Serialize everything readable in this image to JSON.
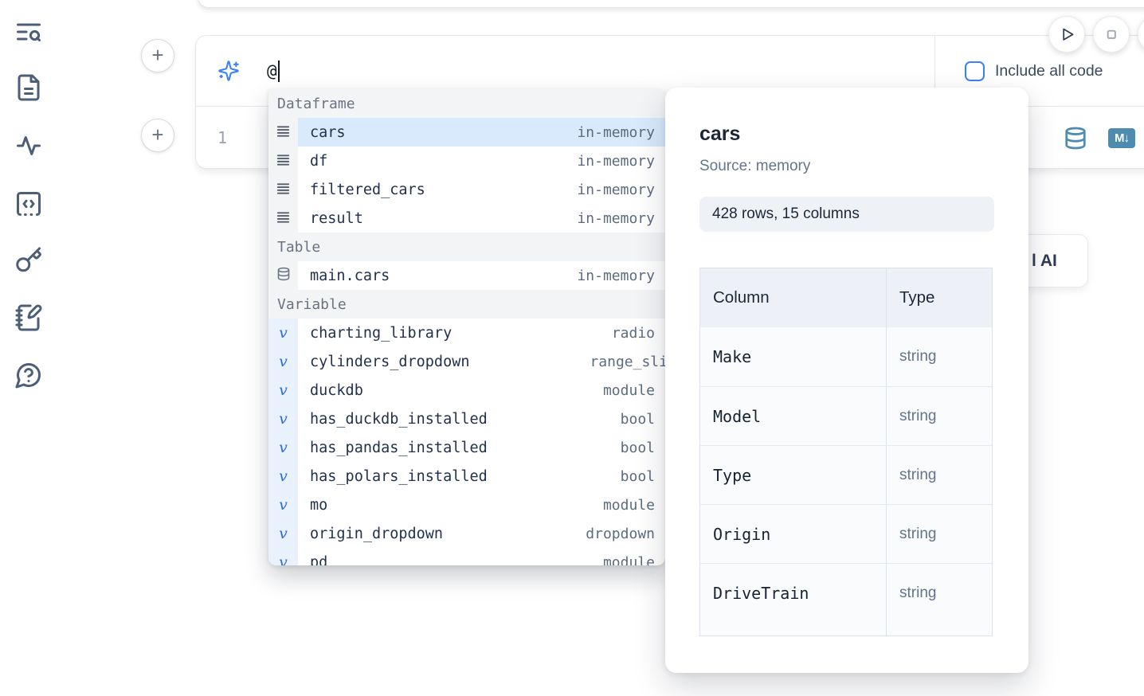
{
  "sidebar": {
    "items": [
      {
        "icon": "list-search-icon"
      },
      {
        "icon": "file-text-icon"
      },
      {
        "icon": "activity-icon"
      },
      {
        "icon": "code-box-icon"
      },
      {
        "icon": "key-icon"
      },
      {
        "icon": "notebook-pen-icon"
      },
      {
        "icon": "help-circle-icon"
      }
    ]
  },
  "toolbar": {
    "run_icon": "play-icon",
    "stop_icon": "stop-icon"
  },
  "ai_panel": {
    "prompt_value": "@",
    "include_all_code_label": "Include all code"
  },
  "cell": {
    "line_number": "1",
    "actions": [
      {
        "icon": "database-icon"
      },
      {
        "icon": "markdown-badge",
        "label": "M↓"
      }
    ]
  },
  "add_buttons": {
    "plus_label": "+"
  },
  "completion": {
    "sections": [
      {
        "label": "Dataframe",
        "items": [
          {
            "name": "cars",
            "type": "in-memory",
            "kind": "dataframe",
            "selected": true
          },
          {
            "name": "df",
            "type": "in-memory",
            "kind": "dataframe"
          },
          {
            "name": "filtered_cars",
            "type": "in-memory",
            "kind": "dataframe"
          },
          {
            "name": "result",
            "type": "in-memory",
            "kind": "dataframe"
          }
        ]
      },
      {
        "label": "Table",
        "items": [
          {
            "name": "main.cars",
            "type": "in-memory",
            "kind": "table"
          }
        ]
      },
      {
        "label": "Variable",
        "items": [
          {
            "name": "charting_library",
            "type": "radio",
            "kind": "variable"
          },
          {
            "name": "cylinders_dropdown",
            "type": "range_sli",
            "kind": "variable",
            "type_clipped": true
          },
          {
            "name": "duckdb",
            "type": "module",
            "kind": "variable"
          },
          {
            "name": "has_duckdb_installed",
            "type": "bool",
            "kind": "variable"
          },
          {
            "name": "has_pandas_installed",
            "type": "bool",
            "kind": "variable"
          },
          {
            "name": "has_polars_installed",
            "type": "bool",
            "kind": "variable"
          },
          {
            "name": "mo",
            "type": "module",
            "kind": "variable"
          },
          {
            "name": "origin_dropdown",
            "type": "dropdown",
            "kind": "variable"
          },
          {
            "name": "pd",
            "type": "module",
            "kind": "variable"
          }
        ]
      }
    ]
  },
  "ai_button_fragment": {
    "visible_label": "l AI"
  },
  "preview": {
    "title": "cars",
    "source": "Source: memory",
    "shape_badge": "428 rows, 15 columns",
    "table": {
      "headers": [
        "Column",
        "Type"
      ],
      "rows": [
        {
          "column": "Make",
          "type": "string"
        },
        {
          "column": "Model",
          "type": "string"
        },
        {
          "column": "Type",
          "type": "string"
        },
        {
          "column": "Origin",
          "type": "string"
        },
        {
          "column": "DriveTrain",
          "type": "string"
        }
      ]
    }
  }
}
